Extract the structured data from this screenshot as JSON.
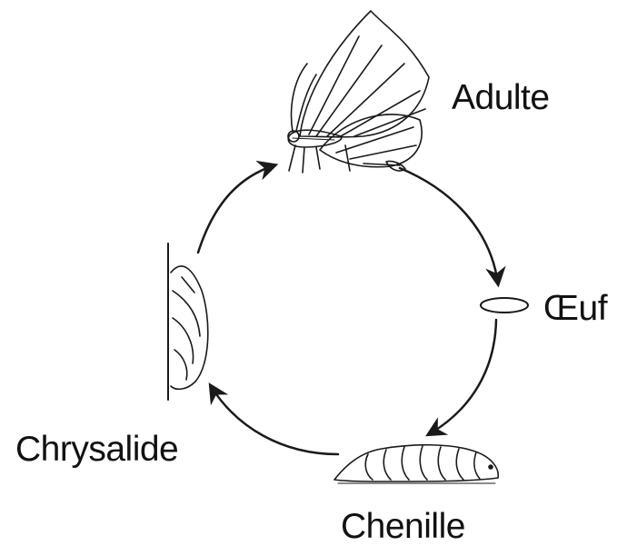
{
  "diagram": {
    "stages": {
      "adult": "Adulte",
      "egg": "Œuf",
      "caterpillar": "Chenille",
      "chrysalis": "Chrysalide"
    }
  }
}
